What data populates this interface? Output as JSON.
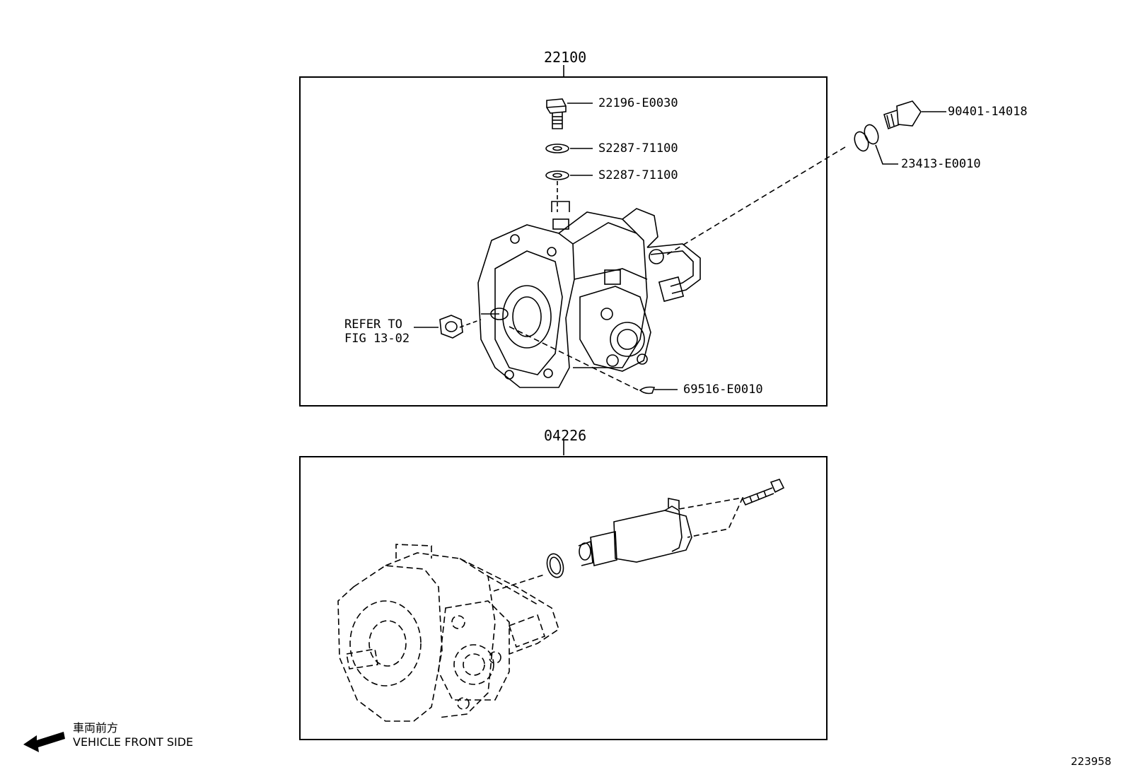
{
  "upper_assembly": {
    "number": "22100",
    "parts": [
      {
        "part_no": "22196-E0030"
      },
      {
        "part_no": "S2287-71100"
      },
      {
        "part_no": "S2287-71100"
      },
      {
        "part_no": "90401-14018"
      },
      {
        "part_no": "23413-E0010"
      },
      {
        "part_no": "69516-E0010"
      }
    ],
    "reference_note": [
      "REFER TO",
      "FIG 13-02"
    ]
  },
  "lower_assembly": {
    "number": "04226"
  },
  "orientation": {
    "label_jp": "車両前方",
    "label_en": "VEHICLE FRONT SIDE"
  },
  "figure_id": "223958"
}
